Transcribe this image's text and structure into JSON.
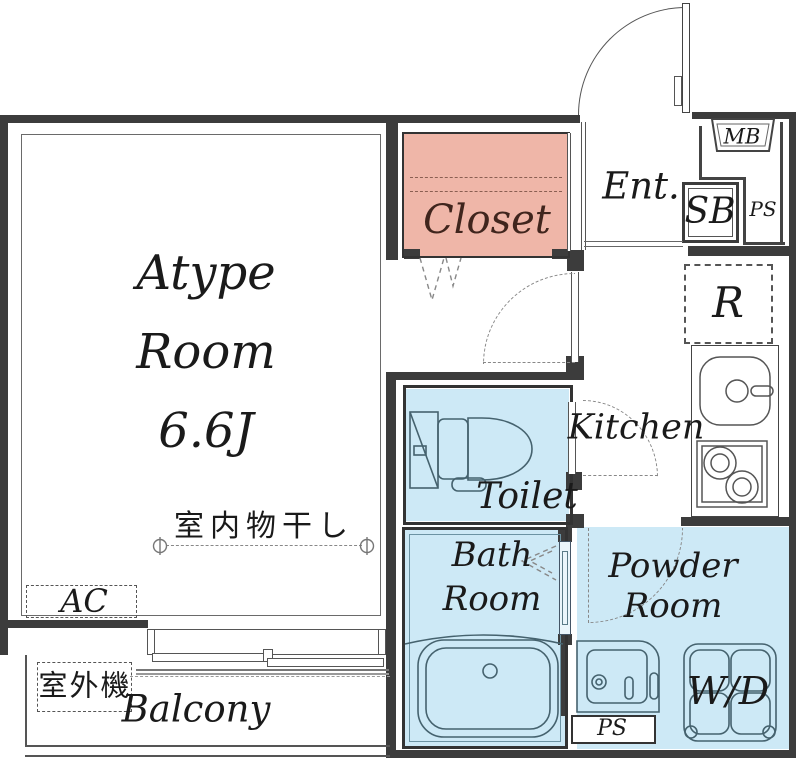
{
  "labels": {
    "main_room": [
      "Atype",
      "Room",
      "6.6J"
    ],
    "drying": "室内物干し",
    "ac": "AC",
    "outdoor_unit": "室外機",
    "balcony": "Balcony",
    "closet": "Closet",
    "entrance": "Ent.",
    "mail_box": "MB",
    "shoe_box": "SB",
    "pipe_space_top": "PS",
    "refrigerator": "R",
    "kitchen": "Kitchen",
    "toilet": "Toilet",
    "bath": [
      "Bath",
      "Room"
    ],
    "powder": [
      "Powder",
      "Room"
    ],
    "washer_dryer": "W/D",
    "pipe_space_bottom": "PS"
  },
  "colors": {
    "wall": "#3c3c3c",
    "closet_fill": "#efb6a8",
    "wet_fill": "#cde9f6",
    "line": "#555555",
    "fixture": "#45626e",
    "text": "#1a1a1a",
    "closet_text": "#40251d",
    "dash": "#888888"
  }
}
